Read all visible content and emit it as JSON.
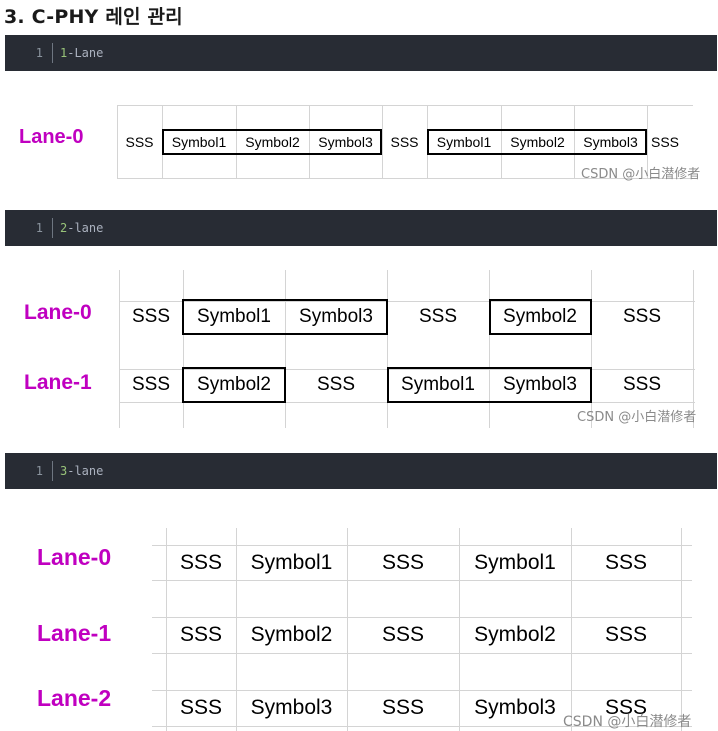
{
  "heading": "3. C-PHY 레인 관리",
  "code_blocks": [
    {
      "line_no": "1",
      "num": "1",
      "rest": "-Lane"
    },
    {
      "line_no": "1",
      "num": "2",
      "rest": "-lane"
    },
    {
      "line_no": "1",
      "num": "3",
      "rest": "-lane"
    }
  ],
  "figure1": {
    "lanes": [
      "Lane-0"
    ],
    "cells": [
      "SSS",
      "Symbol1",
      "Symbol2",
      "Symbol3",
      "SSS",
      "Symbol1",
      "Symbol2",
      "Symbol3",
      "SSS"
    ],
    "watermark": "CSDN @小白潜修者"
  },
  "figure2": {
    "lanes": [
      "Lane-0",
      "Lane-1"
    ],
    "rows": [
      [
        "SSS",
        "Symbol1",
        "Symbol3",
        "SSS",
        "Symbol2",
        "SSS"
      ],
      [
        "SSS",
        "Symbol2",
        "SSS",
        "Symbol1",
        "Symbol3",
        "SSS"
      ]
    ],
    "watermark": "CSDN @小白潜修者"
  },
  "figure3": {
    "lanes": [
      "Lane-0",
      "Lane-1",
      "Lane-2"
    ],
    "rows": [
      [
        "SSS",
        "Symbol1",
        "SSS",
        "Symbol1",
        "SSS"
      ],
      [
        "SSS",
        "Symbol2",
        "SSS",
        "Symbol2",
        "SSS"
      ],
      [
        "SSS",
        "Symbol3",
        "SSS",
        "Symbol3",
        "SSS"
      ]
    ],
    "watermark": "CSDN @小白潜修者"
  }
}
